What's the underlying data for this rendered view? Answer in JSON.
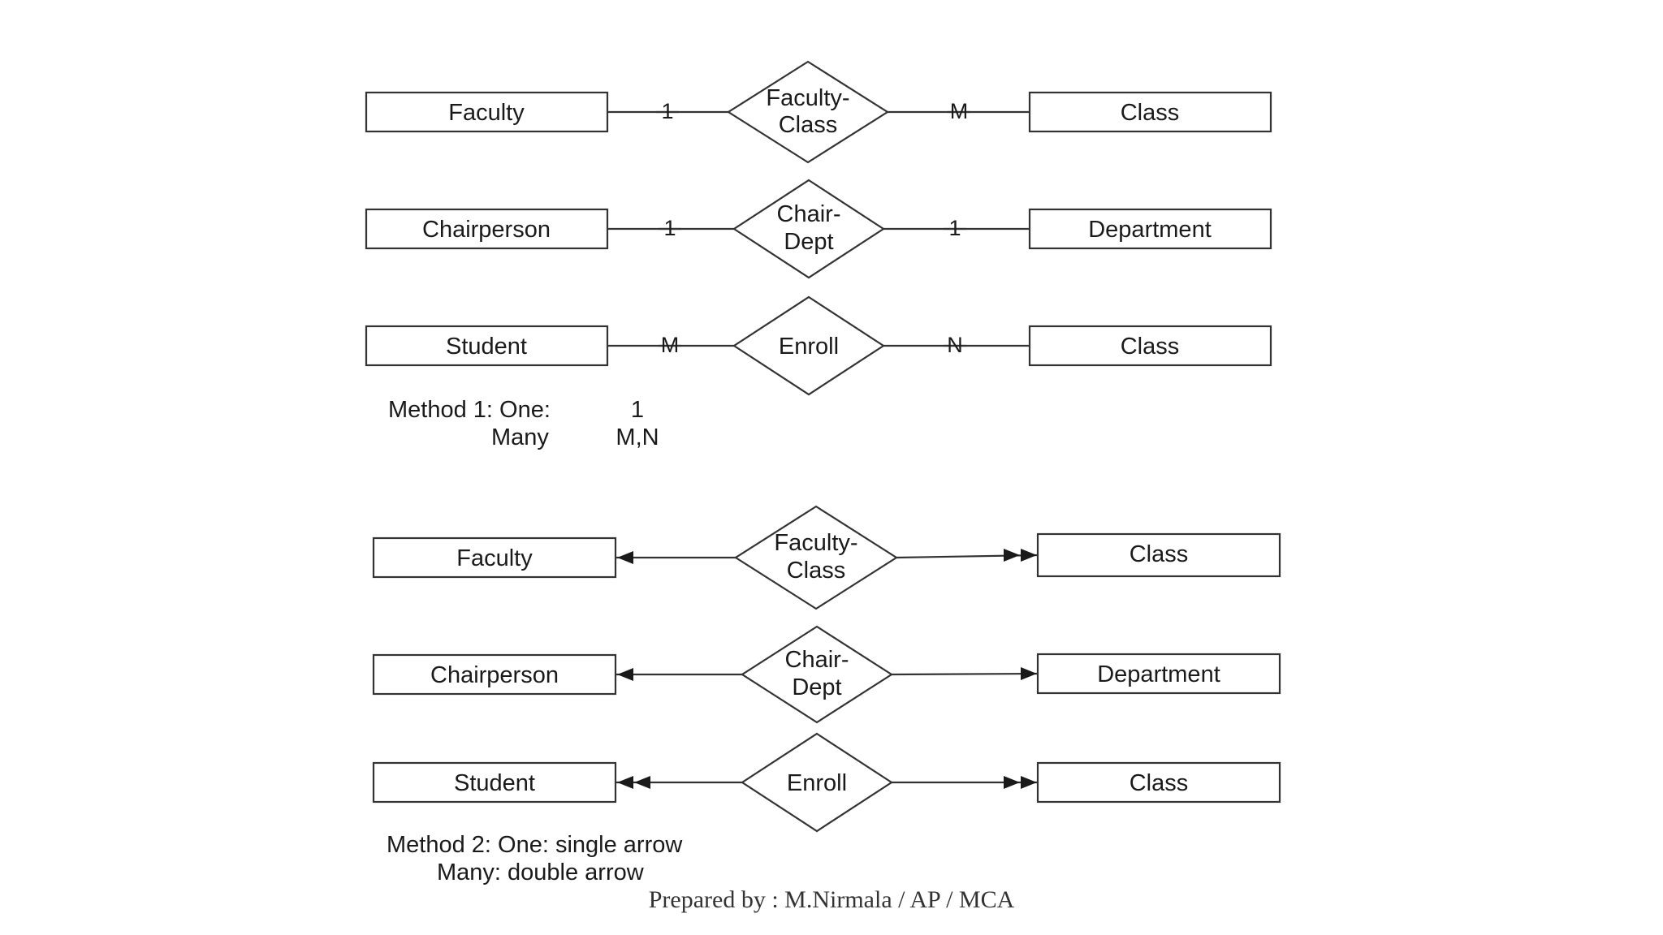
{
  "method1": {
    "rows": [
      {
        "left": "Faculty",
        "rel_line1": "Faculty-",
        "rel_line2": "Class",
        "right": "Class",
        "left_card": "1",
        "right_card": "M"
      },
      {
        "left": "Chairperson",
        "rel_line1": "Chair-",
        "rel_line2": "Dept",
        "right": "Department",
        "left_card": "1",
        "right_card": "1"
      },
      {
        "left": "Student",
        "rel_line1": "Enroll",
        "rel_line2": "",
        "right": "Class",
        "left_card": "M",
        "right_card": "N"
      }
    ],
    "legend": {
      "line1_label": "Method 1:  One:",
      "line1_value": "1",
      "line2_label": "Many",
      "line2_value": "M,N"
    }
  },
  "method2": {
    "rows": [
      {
        "left": "Faculty",
        "rel_line1": "Faculty-",
        "rel_line2": "Class",
        "right": "Class",
        "left_arrow": "single",
        "right_arrow": "double"
      },
      {
        "left": "Chairperson",
        "rel_line1": "Chair-",
        "rel_line2": "Dept",
        "right": "Department",
        "left_arrow": "single",
        "right_arrow": "single"
      },
      {
        "left": "Student",
        "rel_line1": "Enroll",
        "rel_line2": "",
        "right": "Class",
        "left_arrow": "double",
        "right_arrow": "double"
      }
    ],
    "legend": {
      "line1": "Method 2: One: single arrow",
      "line2": "Many: double arrow"
    }
  },
  "footer": "Prepared by : M.Nirmala / AP / MCA"
}
